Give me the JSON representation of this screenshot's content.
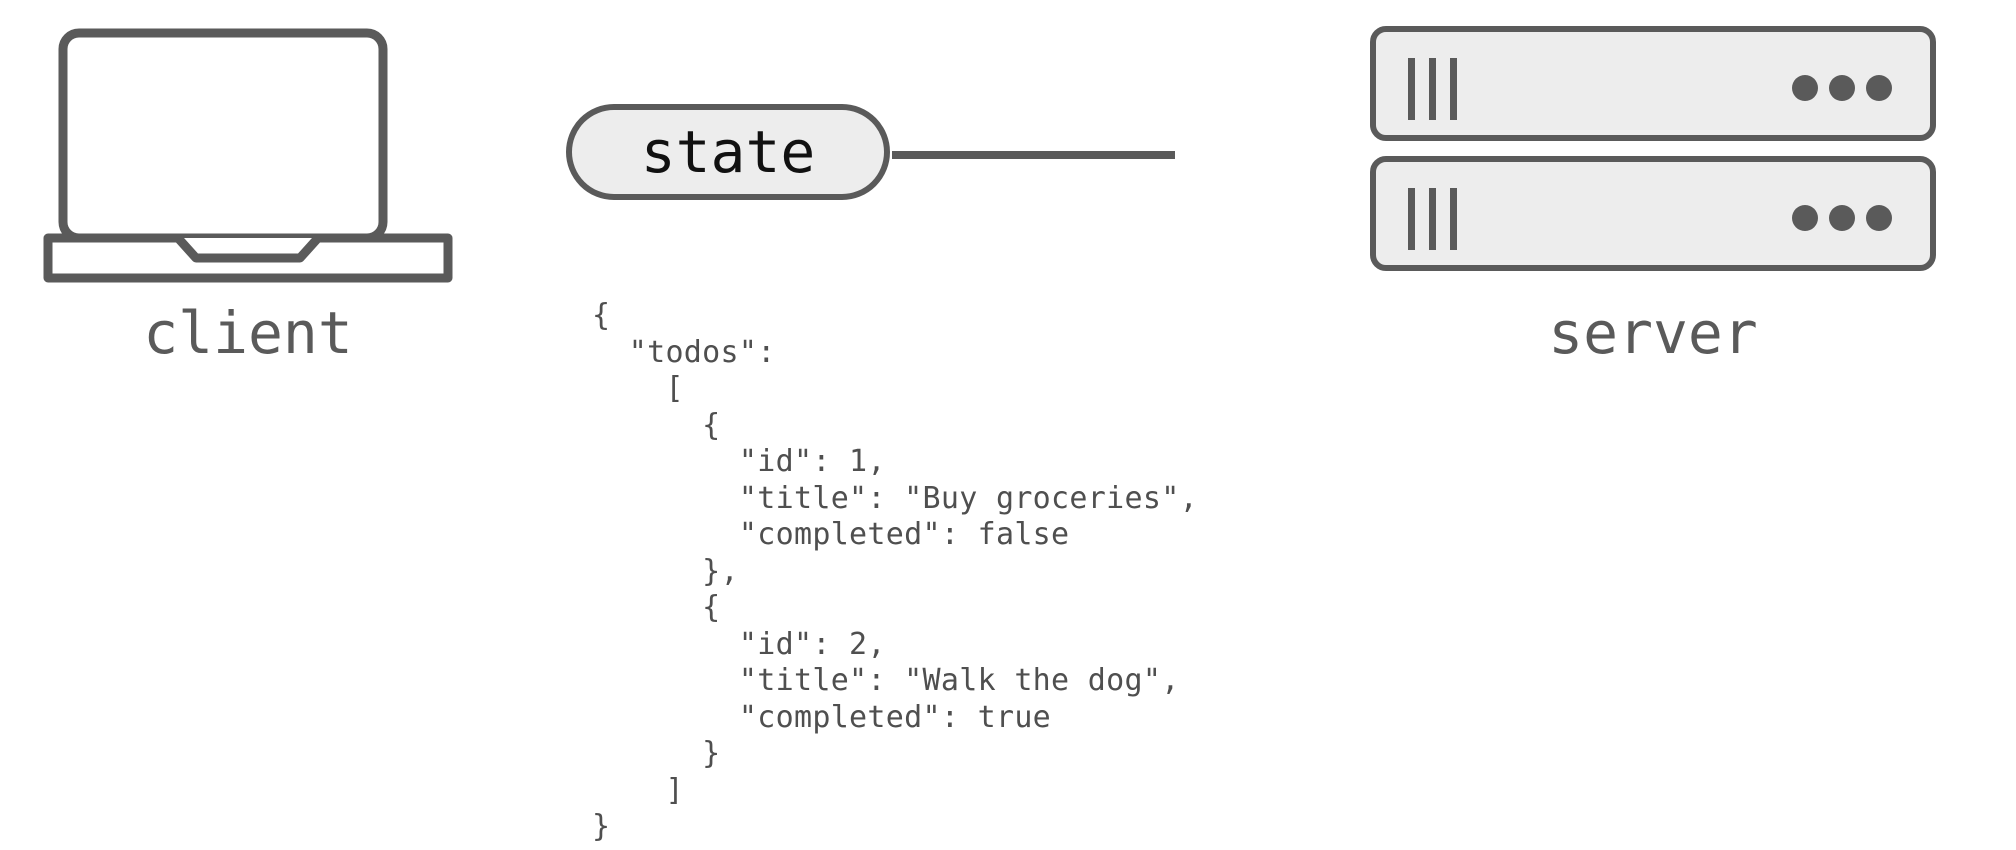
{
  "diagram": {
    "title": "client-server state flow",
    "background_color": "#ffffff",
    "stroke_color": "#5a5a5a",
    "fill_color": "#ededed",
    "text_color": "#4f4f4f"
  },
  "client": {
    "label": "client",
    "icon": "laptop-icon"
  },
  "server": {
    "label": "server",
    "icon": "server-rack-icon",
    "unit_count": 2,
    "bars_per_unit": 3,
    "dots_per_unit": 3
  },
  "edge": {
    "label": "state",
    "direction": "server-to-client",
    "arrowhead": "left"
  },
  "state_payload": {
    "language": "json",
    "text": "{\n  \"todos\":\n    [\n      {\n        \"id\": 1,\n        \"title\": \"Buy groceries\",\n        \"completed\": false\n      },\n      {\n        \"id\": 2,\n        \"title\": \"Walk the dog\",\n        \"completed\": true\n      }\n    ]\n}",
    "todos": [
      {
        "id": 1,
        "title": "Buy groceries",
        "completed": false
      },
      {
        "id": 2,
        "title": "Walk the dog",
        "completed": true
      }
    ]
  }
}
